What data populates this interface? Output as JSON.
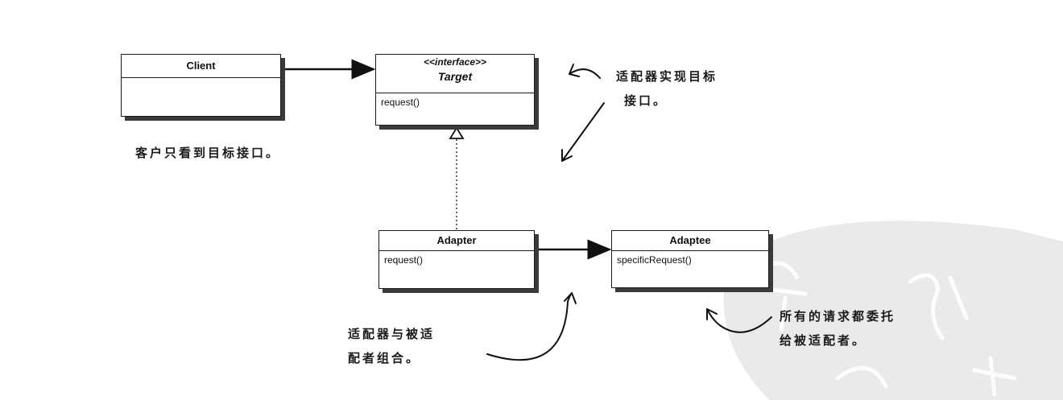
{
  "classes": {
    "client": {
      "name": "Client"
    },
    "target": {
      "stereotype": "<<interface>>",
      "name": "Target",
      "method": "request()"
    },
    "adapter": {
      "name": "Adapter",
      "method": "request()"
    },
    "adaptee": {
      "name": "Adaptee",
      "method": "specificRequest()"
    }
  },
  "notes": {
    "client_note": "客户只看到目标接口。",
    "adapter_impl_line1": "适配器实现目标",
    "adapter_impl_line2": "接口。",
    "composition_line1": "适配器与被适",
    "composition_line2": "配者组合。",
    "delegation_line1": "所有的请求都委托",
    "delegation_line2": "给被适配者。"
  }
}
